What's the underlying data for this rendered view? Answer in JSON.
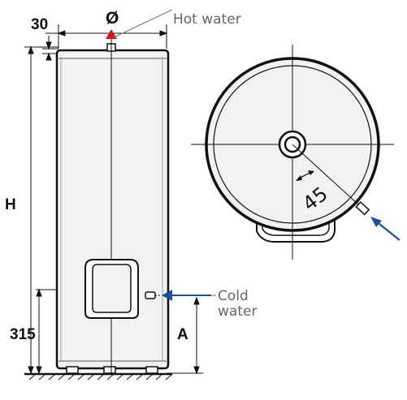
{
  "labels": {
    "hot_water": "Hot water",
    "cold_water_line1": "Cold",
    "cold_water_line2": "water",
    "dim_top": "30",
    "dim_diameter": "Ø",
    "dim_height": "H",
    "dim_inlet": "315",
    "dim_a": "A",
    "dim_angle": "45"
  },
  "colors": {
    "hot_arrow": "#d8141a",
    "cold_arrow": "#1e4f9c",
    "outline": "#111111",
    "leader": "#777777",
    "fill": "#f2f2f2"
  }
}
